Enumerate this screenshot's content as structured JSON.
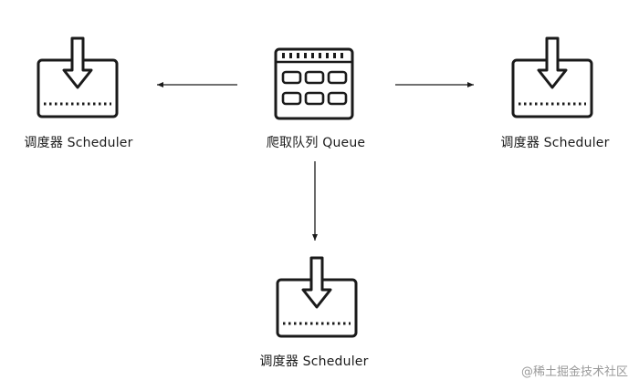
{
  "diagram": {
    "nodes": [
      {
        "id": "queue",
        "label": "爬取队列 Queue",
        "icon": "queue-grid-icon"
      },
      {
        "id": "scheduler-left",
        "label": "调度器 Scheduler",
        "icon": "scheduler-inbox-icon"
      },
      {
        "id": "scheduler-right",
        "label": "调度器 Scheduler",
        "icon": "scheduler-inbox-icon"
      },
      {
        "id": "scheduler-bottom",
        "label": "调度器 Scheduler",
        "icon": "scheduler-inbox-icon"
      }
    ],
    "edges": [
      {
        "from": "queue",
        "to": "scheduler-left"
      },
      {
        "from": "queue",
        "to": "scheduler-right"
      },
      {
        "from": "queue",
        "to": "scheduler-bottom"
      }
    ]
  },
  "watermark": "@稀土掘金技术社区",
  "colors": {
    "stroke": "#1a1a1a",
    "text": "#1a1a1a",
    "watermark": "#9a9a9a",
    "background": "#ffffff"
  }
}
